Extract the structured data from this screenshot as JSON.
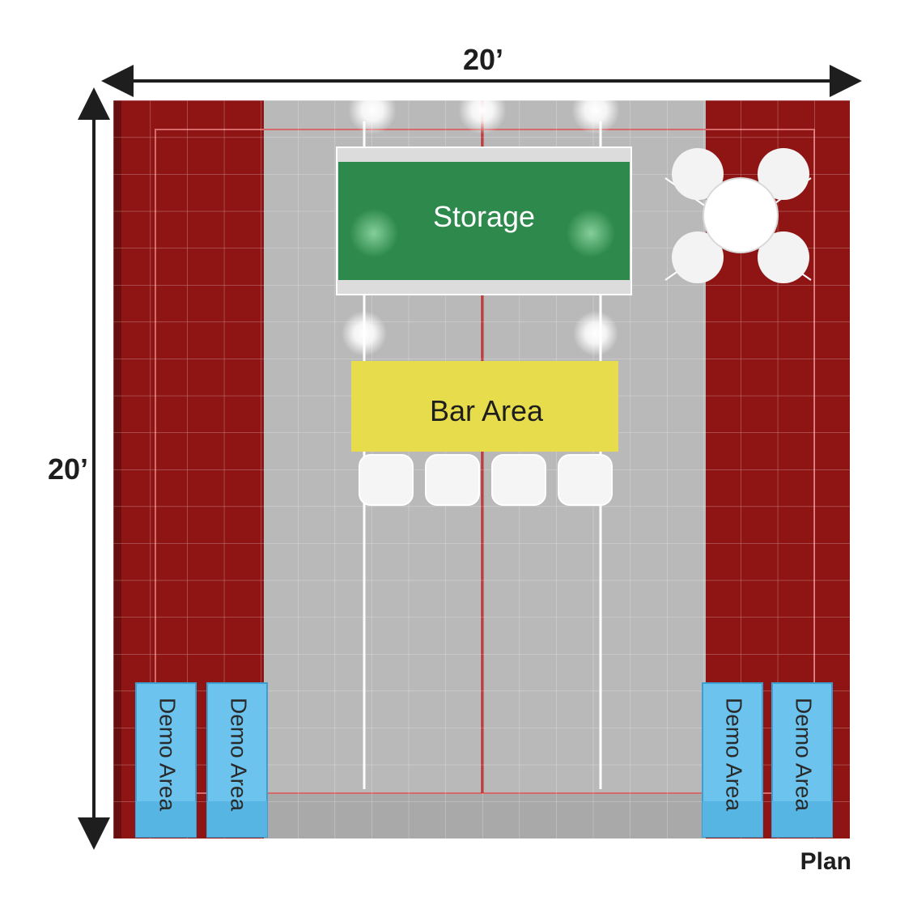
{
  "dimensions": {
    "width_label": "20’",
    "height_label": "20’"
  },
  "plan_label": "Plan",
  "zones": {
    "storage": "Storage",
    "bar_area": "Bar Area",
    "demo_area": "Demo Area"
  },
  "colors": {
    "carpet_red": "#8e1515",
    "floor_gray": "#b7b7b7",
    "storage_green": "#2e8a4c",
    "bar_yellow": "#e6dc4c",
    "demo_blue": "#6cc4ee",
    "arrow": "#1e1e1e"
  }
}
